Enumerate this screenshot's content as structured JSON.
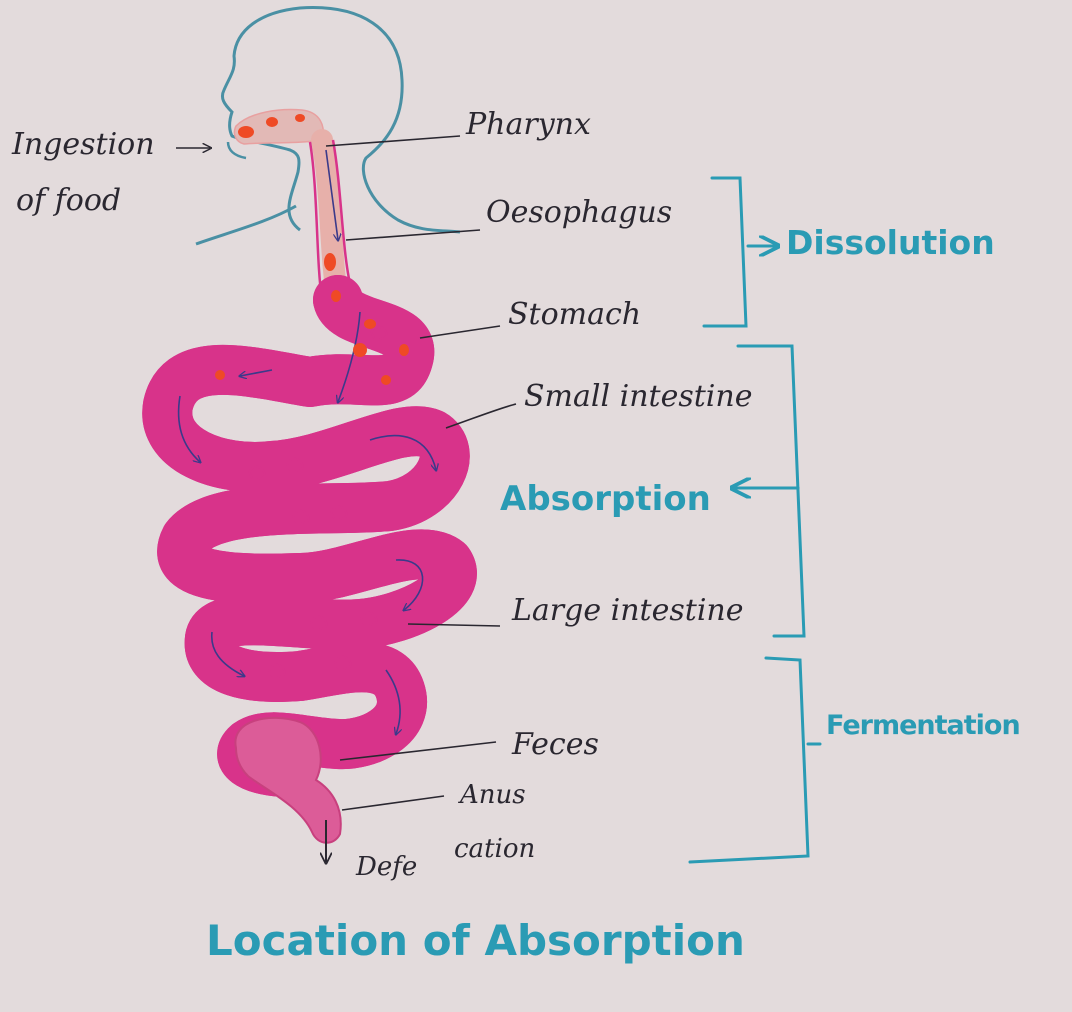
{
  "colors": {
    "paper": "#e3dbdc",
    "ink": "#2a2730",
    "outline_blue": "#4a90a4",
    "tract_magenta": "#d8338a",
    "tract_fill": "#e7a9a6",
    "food_orange": "#ef4a25",
    "teal_label": "#2a9bb4",
    "rectum_pink": "#dc5c98"
  },
  "labels": {
    "ingestion_line1": "Ingestion",
    "ingestion_line2": "of food",
    "pharynx": "Pharynx",
    "oesophagus": "Oesophagus",
    "stomach": "Stomach",
    "small_intestine": "Small intestine",
    "large_intestine": "Large intestine",
    "feces": "Feces",
    "anus": "Anus",
    "defecation_part1": "Defe",
    "defecation_part2": "cation"
  },
  "stages": {
    "dissolution": "Dissolution",
    "absorption": "Absorption",
    "fermentation": "Fermentation"
  },
  "caption": "Location of Absorption",
  "icons": [
    "arrow-right-icon",
    "arrow-left-icon",
    "arrow-down-icon",
    "curl-arrow-icon"
  ]
}
